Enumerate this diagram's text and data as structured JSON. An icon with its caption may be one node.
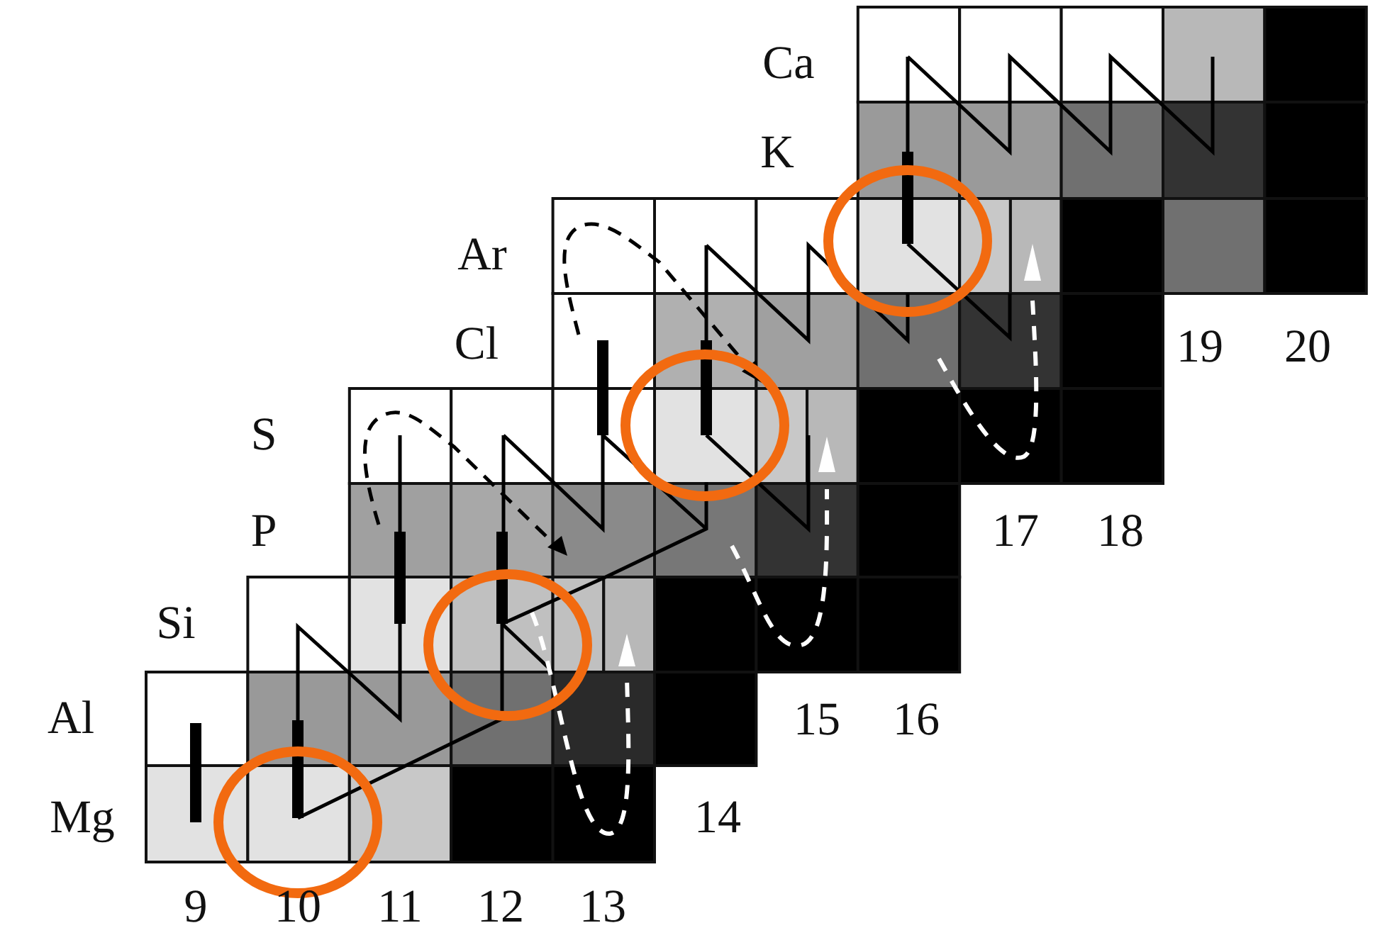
{
  "diagram": {
    "labels": [
      "Ca",
      "K",
      "Ar",
      "Cl",
      "19",
      "20",
      "S",
      "P",
      "17",
      "18",
      "Si",
      "Al",
      "15",
      "16",
      "Mg",
      "14",
      "9",
      "10",
      "11",
      "12",
      "13"
    ]
  }
}
